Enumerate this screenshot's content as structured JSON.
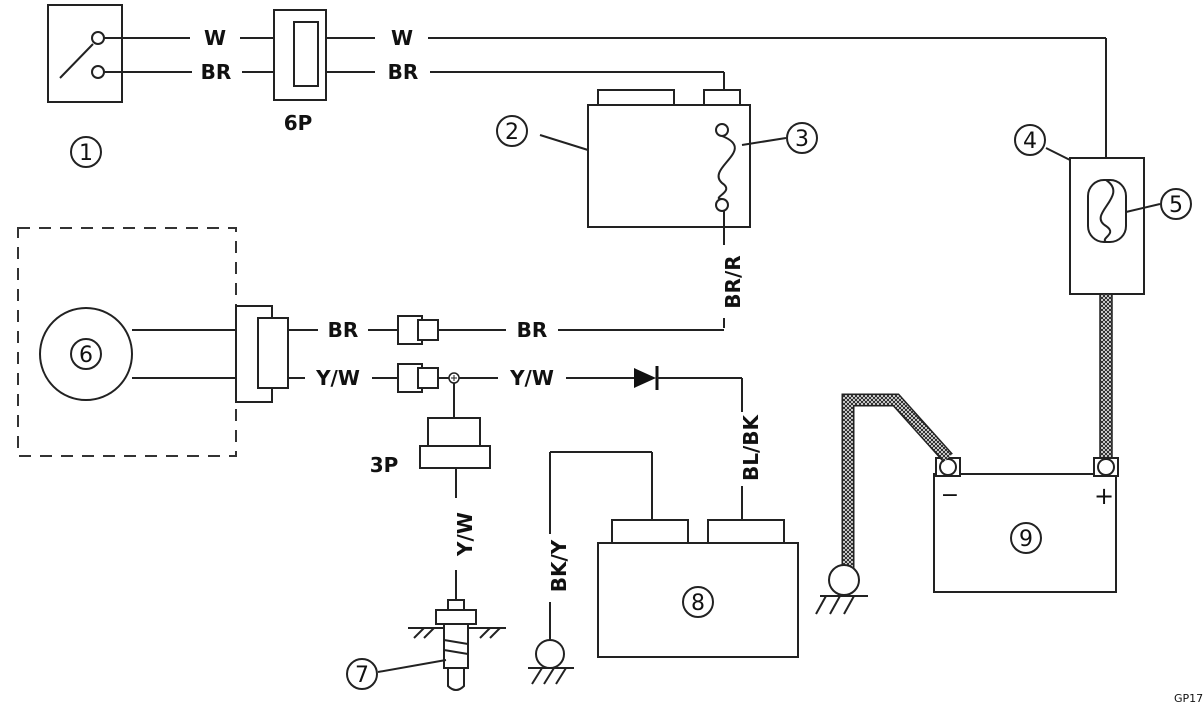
{
  "wires": {
    "w_left": "W",
    "w_right": "W",
    "br_left": "BR",
    "br_right": "BR",
    "br_r": "BR/R",
    "br_mid_left": "BR",
    "br_mid_right": "BR",
    "yw_left": "Y/W",
    "yw_right": "Y/W",
    "yw_down": "Y/W",
    "bl_bk": "BL/BK",
    "bk_y": "BK/Y"
  },
  "connectors": {
    "six_pin": "6P",
    "three_pin": "3P"
  },
  "callouts": {
    "c1": "1",
    "c2": "2",
    "c3": "3",
    "c4": "4",
    "c5": "5",
    "c6": "6",
    "c7": "7",
    "c8": "8",
    "c9": "9"
  },
  "battery": {
    "minus": "−",
    "plus": "+"
  },
  "figure_code": "GP17"
}
